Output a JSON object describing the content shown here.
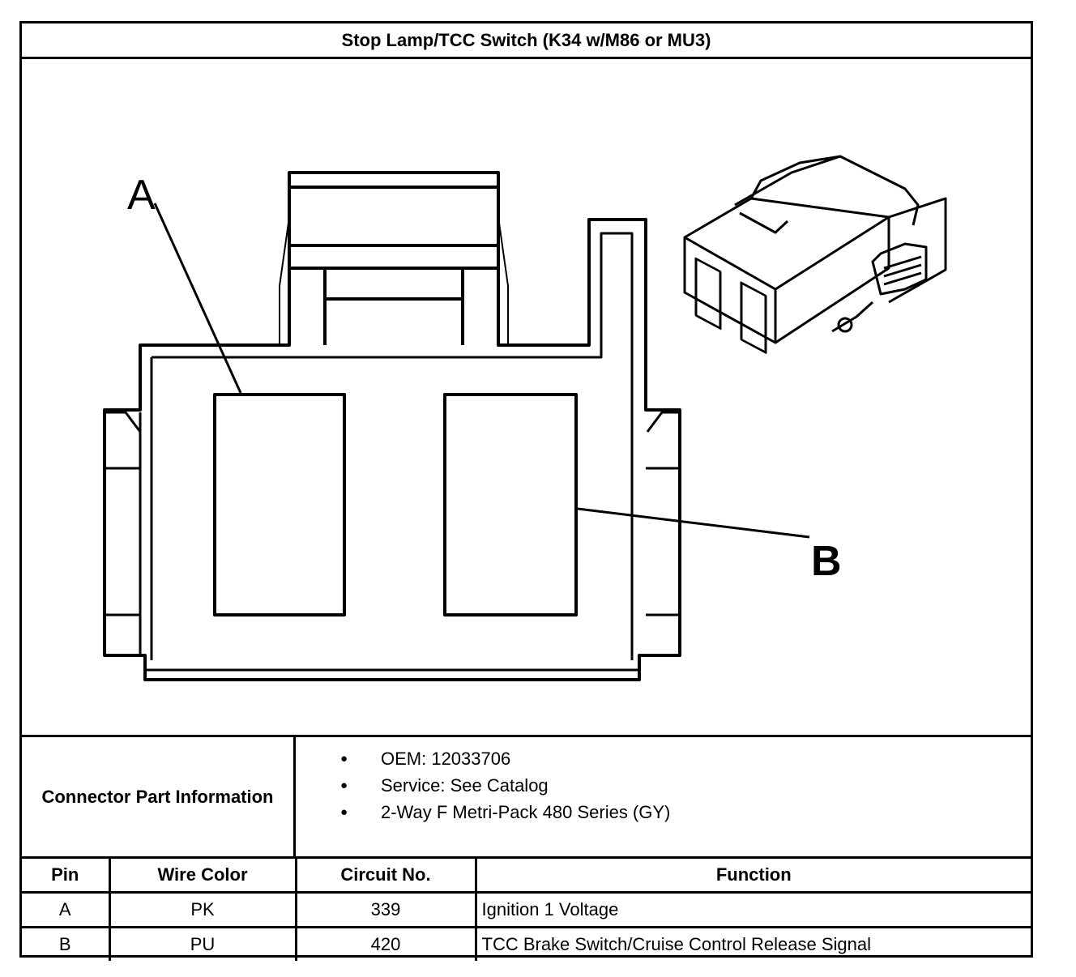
{
  "title": "Stop Lamp/TCC Switch (K34 w/M86 or MU3)",
  "diagram": {
    "callouts": [
      "A",
      "B"
    ]
  },
  "connector_info": {
    "label": "Connector Part Information",
    "items": [
      "OEM: 12033706",
      "Service: See Catalog",
      "2-Way F Metri-Pack 480 Series (GY)"
    ]
  },
  "pin_table": {
    "headers": [
      "Pin",
      "Wire Color",
      "Circuit No.",
      "Function"
    ],
    "rows": [
      {
        "pin": "A",
        "wire_color": "PK",
        "circuit": "339",
        "function": "Ignition 1 Voltage"
      },
      {
        "pin": "B",
        "wire_color": "PU",
        "circuit": "420",
        "function": "TCC Brake Switch/Cruise Control Release Signal"
      }
    ]
  }
}
